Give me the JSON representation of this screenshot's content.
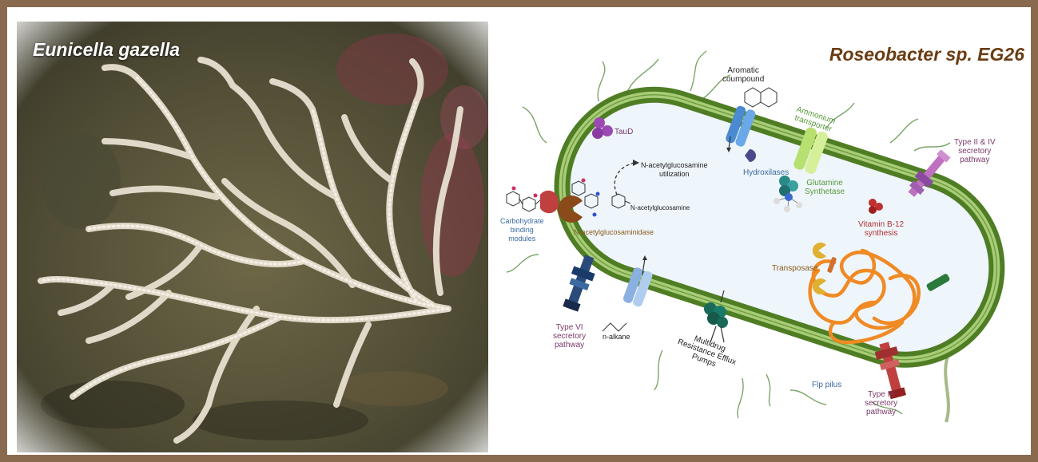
{
  "photo": {
    "title": "Eunicella gazella"
  },
  "cell": {
    "title": "Roseobacter sp. EG26",
    "labels": {
      "aromatic": "Aromatic\ncoumpound",
      "ammonium": "Ammonium\ntransporter",
      "taud": "TauD",
      "type2_4": "Type II & IV\nsecretory\npathway",
      "nacetyl_util": "N-acetylglucosamine\nutilization",
      "hydroxilases": "Hydroxilases",
      "glutamine": "Glutamine\nSynthetase",
      "nacetyl": "N-acetylglucosamine",
      "carb": "Carbohydrate\nbinding\nmodules",
      "nacetylase": "N-acetylglucosaminidase",
      "vitb12": "Vitamin B-12\nsynthesis",
      "transposase": "Transposase",
      "type6": "Type VI\nsecretory\npathway",
      "nalkane": "n-alkane",
      "multidrug": "Multidrug\nResistance Efflux\nPumps",
      "flp": "Flp pilus",
      "type3": "Type III\nsecretory\npathway"
    },
    "colors": {
      "membrane_outer": "#4f7d24",
      "membrane_inner": "#a8cc78",
      "cytoplasm": "#eef5fb",
      "dna": "#f08a24"
    }
  }
}
